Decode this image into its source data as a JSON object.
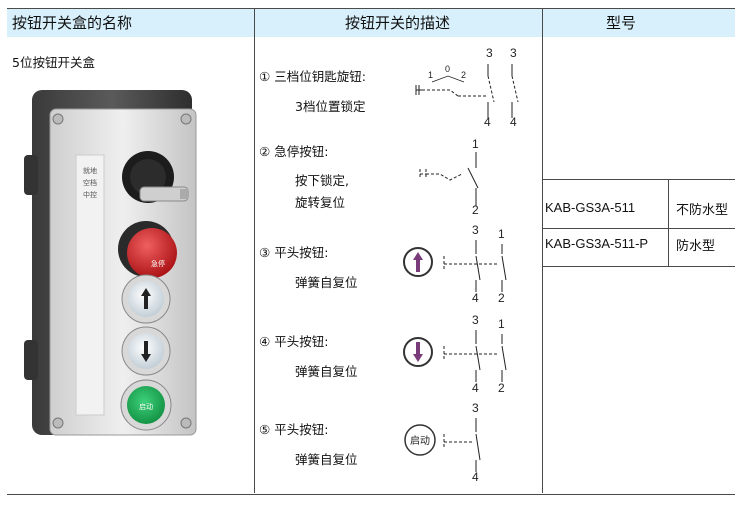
{
  "header": {
    "col_name": "按钮开关盒的名称",
    "col_desc": "按钮开关的描述",
    "col_model": "型号"
  },
  "box": {
    "title": "5位按钮开关盒",
    "label_top": "就地\n空档\n中控",
    "red_button_text": "急停",
    "green_button_text": "启动"
  },
  "items": [
    {
      "num": "①",
      "name": "三档位钥匙旋钮:",
      "desc": [
        "3档位置锁定"
      ],
      "terminals": [
        "1",
        "0",
        "2",
        "3",
        "3",
        "4",
        "4"
      ]
    },
    {
      "num": "②",
      "name": "急停按钮:",
      "desc": [
        "按下锁定,",
        "旋转复位"
      ],
      "terminals": [
        "1",
        "2"
      ]
    },
    {
      "num": "③",
      "name": "平头按钮:",
      "desc": [
        "弹簧自复位"
      ],
      "terminals": [
        "3",
        "1",
        "4",
        "2"
      ],
      "icon": "arrow-up-icon"
    },
    {
      "num": "④",
      "name": "平头按钮:",
      "desc": [
        "弹簧自复位"
      ],
      "terminals": [
        "3",
        "1",
        "4",
        "2"
      ],
      "icon": "arrow-down-icon"
    },
    {
      "num": "⑤",
      "name": "平头按钮:",
      "desc": [
        "弹簧自复位"
      ],
      "terminals": [
        "3",
        "4"
      ],
      "icon_text": "启动"
    }
  ],
  "models": [
    {
      "code": "KAB-GS3A-511",
      "type": "不防水型"
    },
    {
      "code": "KAB-GS3A-511-P",
      "type": "防水型"
    }
  ],
  "colors": {
    "header_bg": "#d8f0fb",
    "lines": "#4a4a4a",
    "icon_purple": "#7a3b7a"
  }
}
